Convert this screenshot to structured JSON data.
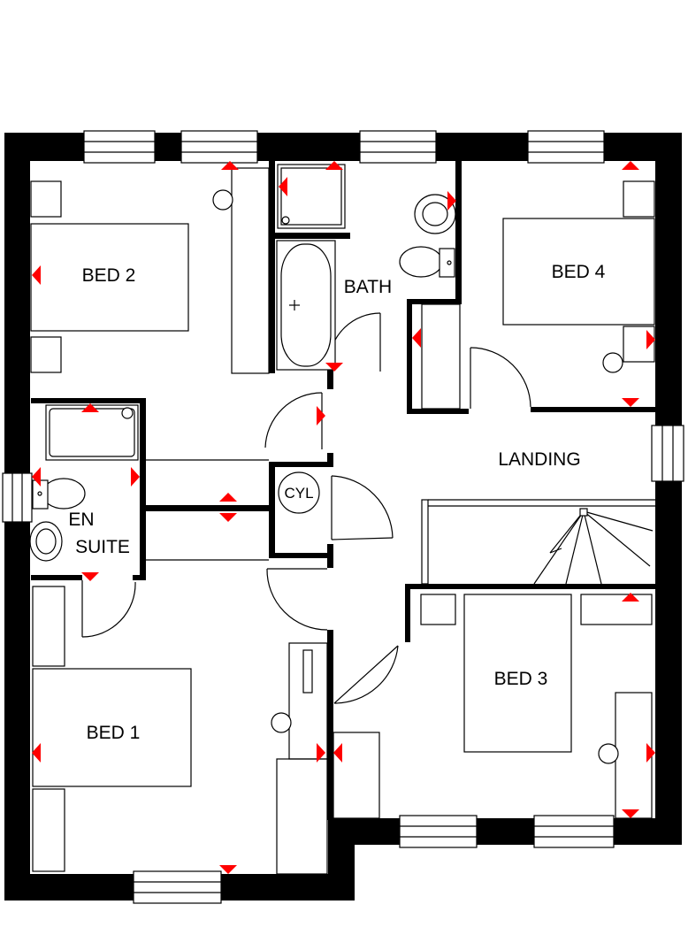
{
  "rooms": {
    "bed2": "BED 2",
    "bath": "BATH",
    "bed4": "BED 4",
    "landing": "LANDING",
    "cyl": "CYL",
    "en_suite_line1": "EN",
    "en_suite_line2": "SUITE",
    "bed3": "BED 3",
    "bed1": "BED 1"
  },
  "colors": {
    "wall": "#000000",
    "marker": "#ff0000",
    "background": "#ffffff"
  }
}
